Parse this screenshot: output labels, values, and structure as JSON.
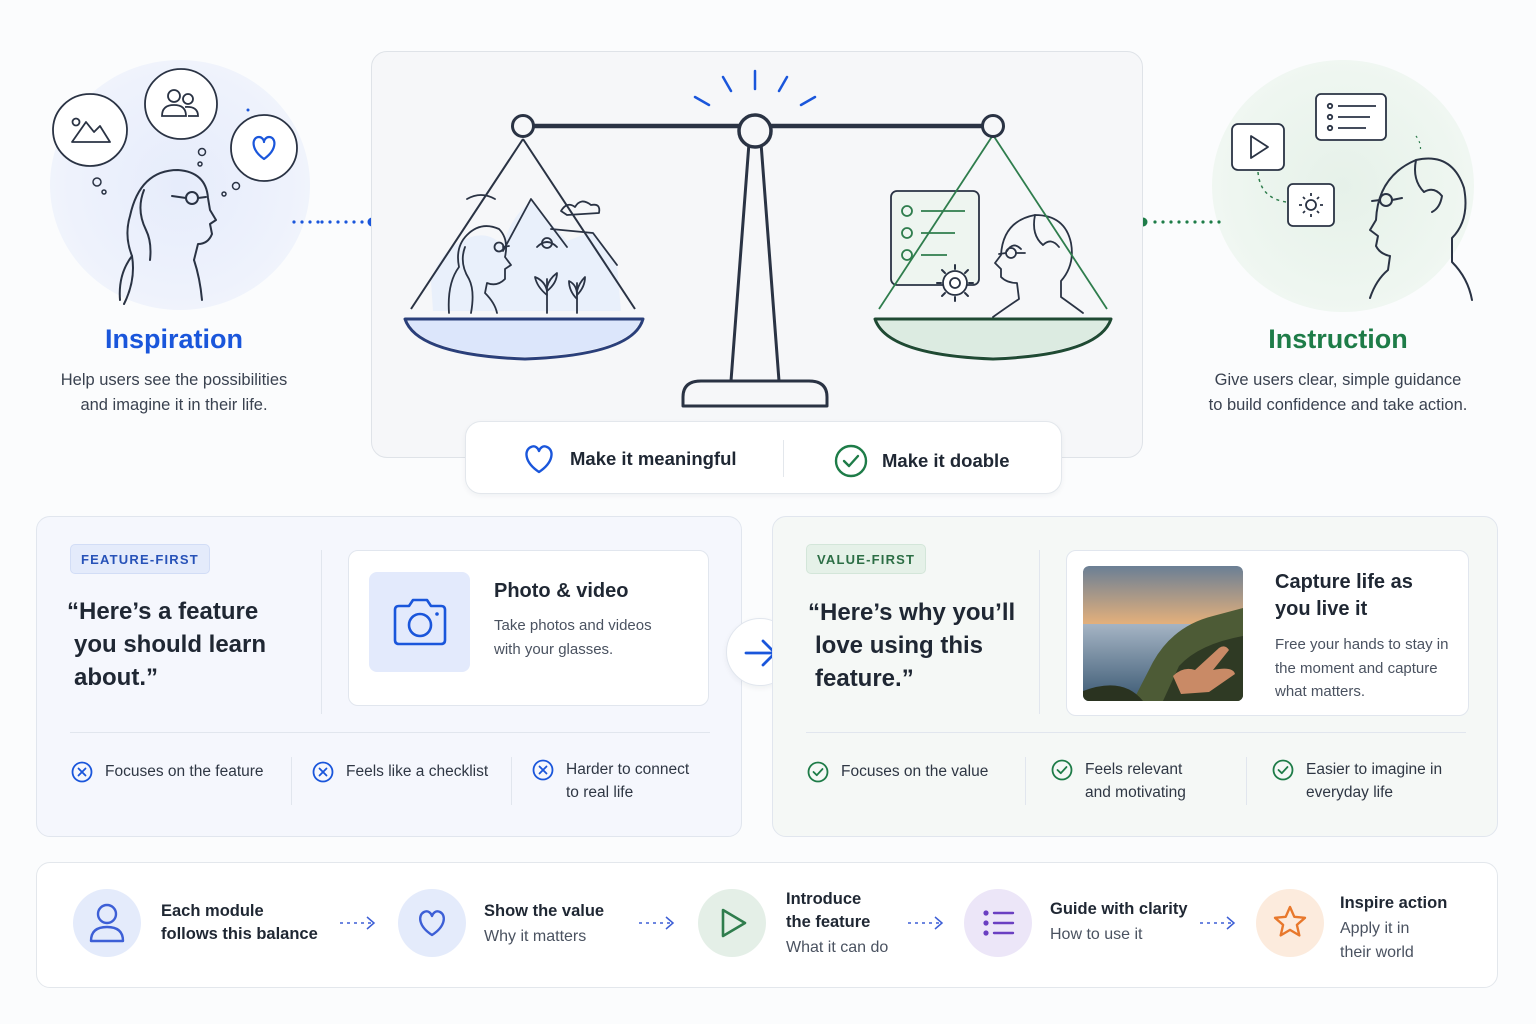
{
  "inspiration": {
    "title": "Inspiration",
    "desc_line1": "Help users see the possibilities",
    "desc_line2": "and imagine it in their life."
  },
  "instruction": {
    "title": "Instruction",
    "desc_line1": "Give users clear, simple guidance",
    "desc_line2": "to build confidence and take action."
  },
  "balance": {
    "meaningful": "Make it meaningful",
    "doable": "Make it doable"
  },
  "feature_first": {
    "tag": "FEATURE-FIRST",
    "quote_line1": "“Here’s a feature",
    "quote_line2": "you should learn",
    "quote_line3": "about.”",
    "card_title": "Photo & video",
    "card_desc_line1": "Take photos and videos",
    "card_desc_line2": "with your glasses.",
    "bullets": [
      {
        "line1": "Focuses on the feature",
        "line2": ""
      },
      {
        "line1": "Feels like a checklist",
        "line2": ""
      },
      {
        "line1": "Harder to connect",
        "line2": "to real life"
      }
    ]
  },
  "value_first": {
    "tag": "VALUE-FIRST",
    "quote_line1": "“Here’s why you’ll",
    "quote_line2": "love using this",
    "quote_line3": "feature.”",
    "card_title_line1": "Capture life as",
    "card_title_line2": "you live it",
    "card_desc_line1": "Free your hands to stay in",
    "card_desc_line2": "the moment and capture",
    "card_desc_line3": "what matters.",
    "bullets": [
      {
        "line1": "Focuses on the value",
        "line2": ""
      },
      {
        "line1": "Feels relevant",
        "line2": "and motivating"
      },
      {
        "line1": "Easier to imagine in",
        "line2": "everyday life"
      }
    ]
  },
  "flow": {
    "steps": [
      {
        "title_line1": "Each module",
        "title_line2": "follows this balance",
        "sub_line1": "",
        "sub_line2": "",
        "icon": "user-icon",
        "color": "#3d5fd6"
      },
      {
        "title_line1": "Show the value",
        "title_line2": "",
        "sub_line1": "Why it matters",
        "sub_line2": "",
        "icon": "heart-icon",
        "color": "#3d5fd6"
      },
      {
        "title_line1": "Introduce",
        "title_line2": "the feature",
        "sub_line1": "What it can do",
        "sub_line2": "",
        "icon": "play-icon",
        "color": "#2f7d4d"
      },
      {
        "title_line1": "Guide with clarity",
        "title_line2": "",
        "sub_line1": "How to use it",
        "sub_line2": "",
        "icon": "list-icon",
        "color": "#6a3fc2"
      },
      {
        "title_line1": "Inspire action",
        "title_line2": "",
        "sub_line1": "Apply it in",
        "sub_line2": "their world",
        "icon": "star-icon",
        "color": "#e8782c"
      }
    ]
  },
  "colors": {
    "blue": "#1a56db",
    "green": "#1e7c48",
    "purple": "#6a3fc2",
    "orange": "#e8782c"
  }
}
